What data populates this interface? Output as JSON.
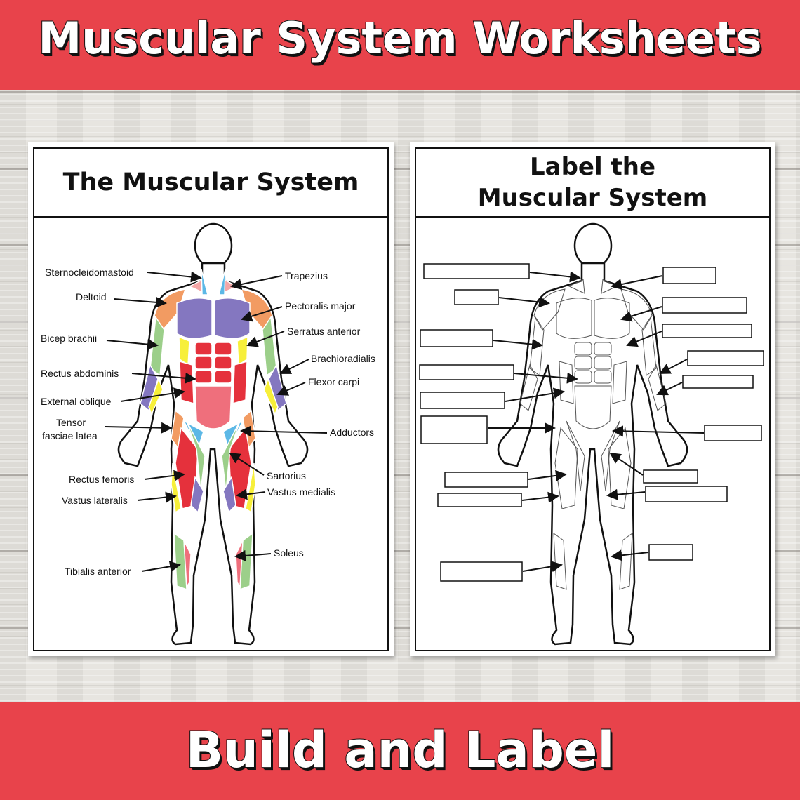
{
  "banner_top": {
    "text": "Muscular System Worksheets"
  },
  "banner_bottom": {
    "text": "Build and Label"
  },
  "left_sheet": {
    "title": "The Muscular System",
    "labels": {
      "sternocleidomastoid": "Sternocleidomastoid",
      "trapezius": "Trapezius",
      "deltoid": "Deltoid",
      "pectoralis_major": "Pectoralis major",
      "bicep_brachii": "Bicep brachii",
      "serratus_anterior": "Serratus anterior",
      "brachioradialis": "Brachioradialis",
      "rectus_abdominis": "Rectus abdominis",
      "flexor_carpi": "Flexor carpi",
      "external_oblique": "External oblique",
      "tensor_1": "Tensor",
      "tensor_2": "fasciae latea",
      "adductors": "Adductors",
      "sartorius": "Sartorius",
      "rectus_femoris": "Rectus femoris",
      "vastus_medialis": "Vastus medialis",
      "vastus_lateralis": "Vastus lateralis",
      "soleus": "Soleus",
      "tibialis_anterior": "Tibialis anterior"
    }
  },
  "right_sheet": {
    "title_line1": "Label the",
    "title_line2": "Muscular System"
  },
  "colors": {
    "banner": "#e8434b",
    "purple": "#8477c0",
    "orange": "#f29b62",
    "green": "#9ccf8a",
    "yellow": "#f7ef3a",
    "red": "#e5313c",
    "pink": "#ef6f7c",
    "blue": "#5cb8e6",
    "lightpink": "#f4a6a6"
  }
}
